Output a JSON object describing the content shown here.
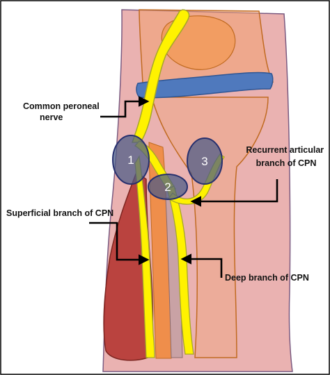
{
  "labels": {
    "common_peroneal": [
      "Common peroneal",
      "nerve"
    ],
    "recurrent_articular": [
      "Recurrent articular",
      "branch of CPN"
    ],
    "superficial_branch": "Superficial branch of CPN",
    "deep_branch": "Deep branch of CPN"
  },
  "markers": [
    "1",
    "2",
    "3"
  ],
  "colors": {
    "skin": "#e8aaa9",
    "skin_outline": "#7a5a80",
    "bone": "#f0a070",
    "bone_outline": "#c06a20",
    "joint_line": "#4f79bd",
    "nerve": "#fff200",
    "nerve_outline": "#a5a52a",
    "muscle": "#b53a35",
    "marker_fill": "#4a5a86",
    "marker_outline": "#27306e"
  }
}
